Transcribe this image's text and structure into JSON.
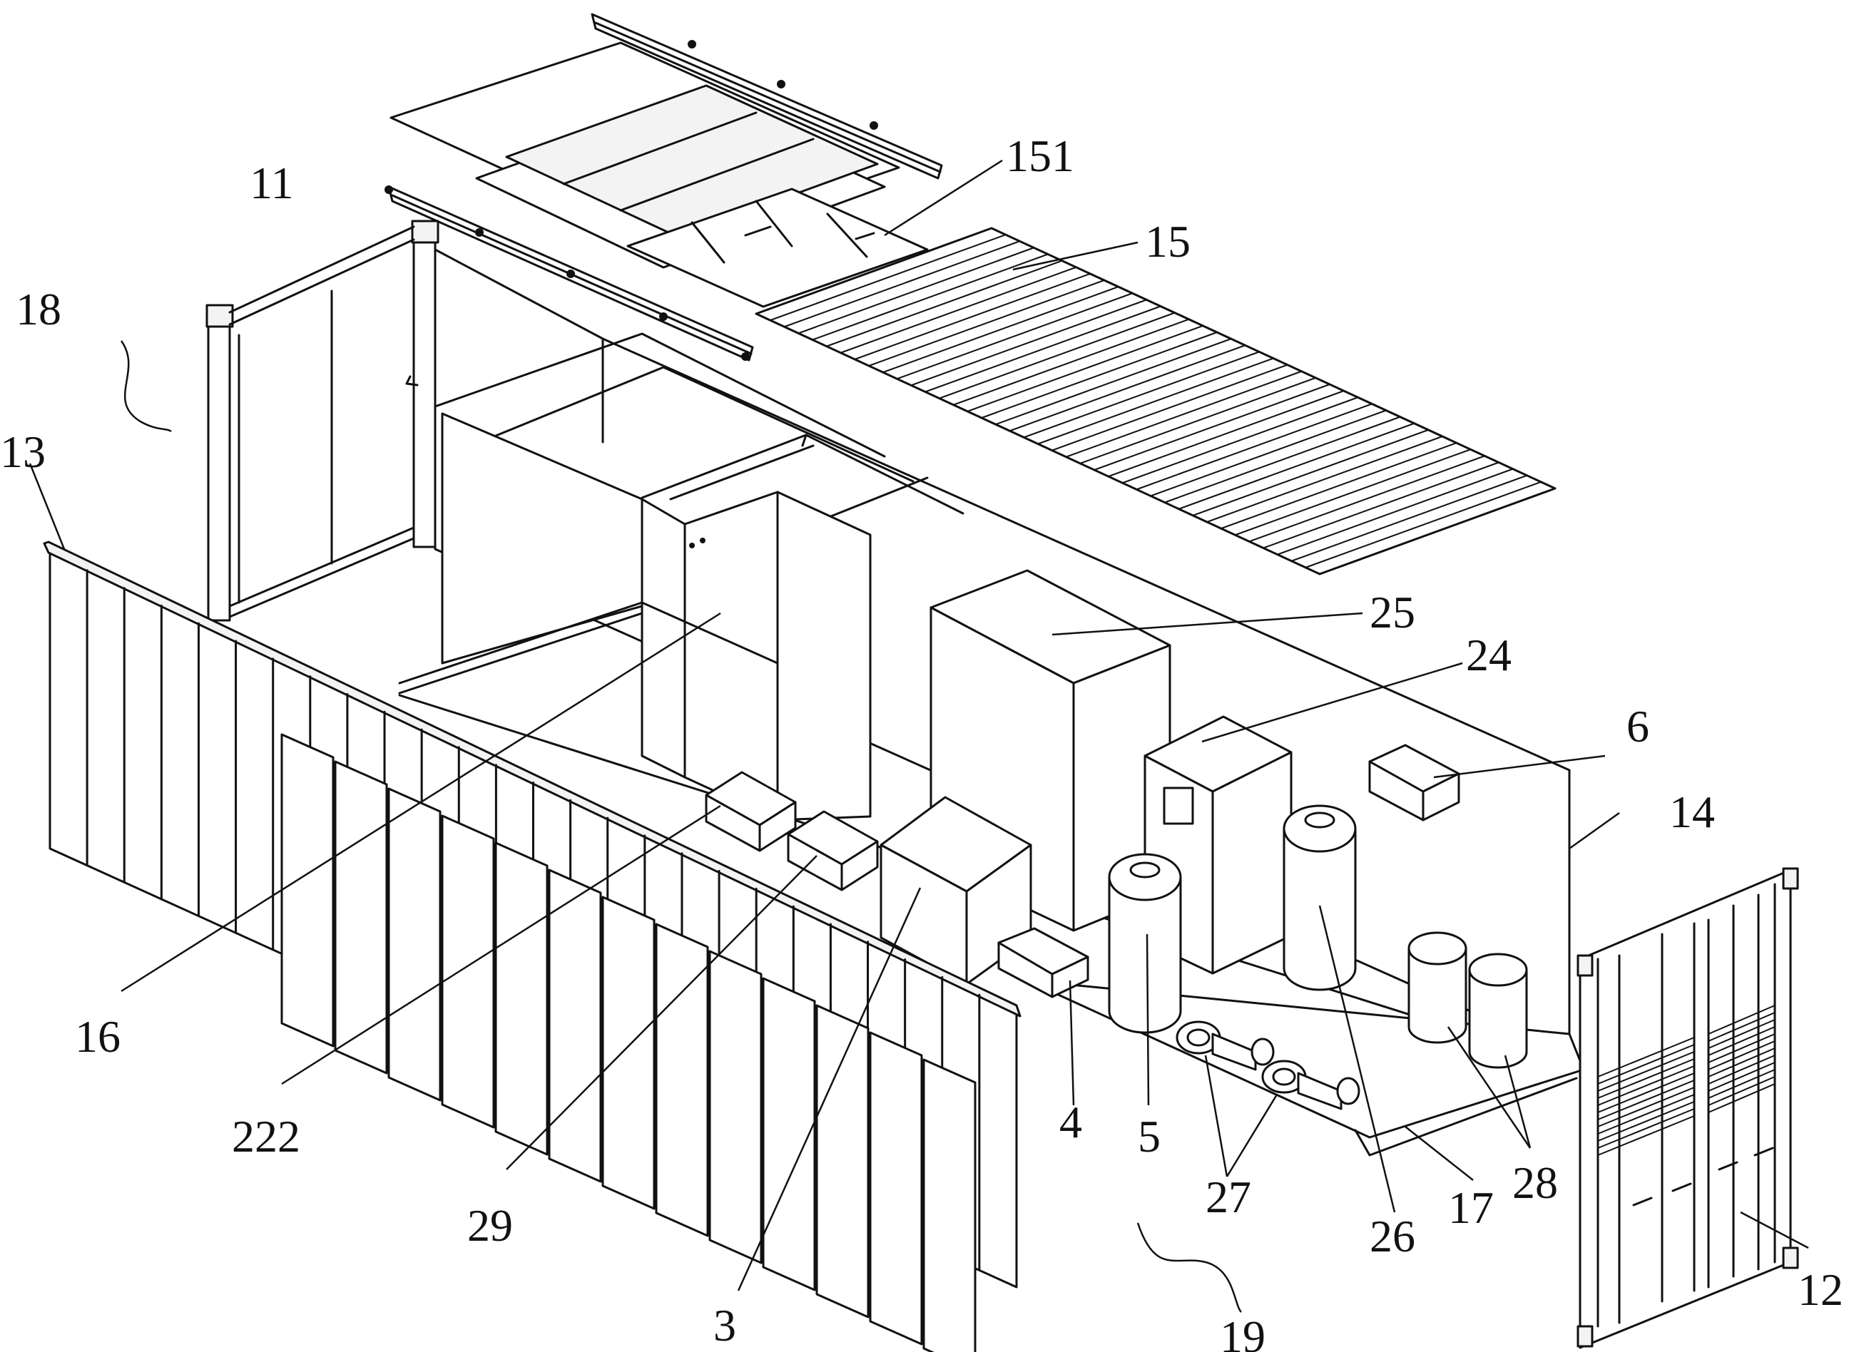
{
  "labels": {
    "l11": "11",
    "l18": "18",
    "l13": "13",
    "l151": "151",
    "l15": "15",
    "l25": "25",
    "l24": "24",
    "l6": "6",
    "l14": "14",
    "l16": "16",
    "l222": "222",
    "l29": "29",
    "l3": "3",
    "l4": "4",
    "l5": "5",
    "l27": "27",
    "l26": "26",
    "l17": "17",
    "l28": "28",
    "l12": "12",
    "l19": "19"
  }
}
